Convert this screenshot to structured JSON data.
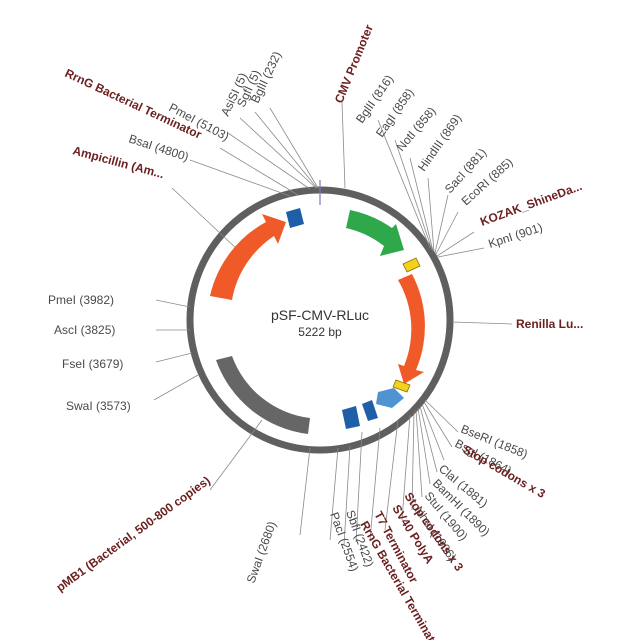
{
  "plasmid": {
    "name": "pSF-CMV-RLuc",
    "size": "5222 bp"
  },
  "colors": {
    "backbone": "#5f5f5f",
    "orange": "#f05a28",
    "green": "#2ea84a",
    "blue": "#1f5fa8",
    "lightblue": "#4f94d0",
    "grey": "#666666",
    "yellow": "#f2d21b"
  },
  "features": [
    {
      "name": "CMV Promoter",
      "color": "green",
      "shape": "arrow"
    },
    {
      "name": "Renilla Lu...",
      "color": "orange",
      "shape": "arrow"
    },
    {
      "name": "SV40 PolyA",
      "color": "lightblue",
      "shape": "arrow"
    },
    {
      "name": "T7 Terminator",
      "color": "blue",
      "shape": "box"
    },
    {
      "name": "RrnG Bacterial Terminator",
      "color": "blue",
      "shape": "box"
    },
    {
      "name": "pMB1 (Bacterial, 500-800 copies)",
      "color": "grey",
      "shape": "box"
    },
    {
      "name": "Ampicillin (Am...",
      "color": "orange",
      "shape": "arrow"
    },
    {
      "name": "RrnG Bacterial Terminator",
      "color": "blue",
      "shape": "box"
    },
    {
      "name": "KOZAK_ShineDa...",
      "color": "yellow",
      "shape": "box"
    },
    {
      "name": "Stop codons x 3",
      "color": "yellow",
      "shape": "box"
    },
    {
      "name": "Stop codons x 3",
      "color": "yellow",
      "shape": "box"
    }
  ],
  "labels": [
    {
      "text": "BglII (232)",
      "kind": "enzyme"
    },
    {
      "text": "SgfI (5)",
      "kind": "enzyme"
    },
    {
      "text": "AsiSI (5)",
      "kind": "enzyme"
    },
    {
      "text": "PmeI (5103)",
      "kind": "enzyme"
    },
    {
      "text": "RrnG Bacterial Terminator",
      "kind": "feature"
    },
    {
      "text": "BsaI (4800)",
      "kind": "enzyme"
    },
    {
      "text": "Ampicillin (Am...",
      "kind": "feature"
    },
    {
      "text": "CMV Promoter",
      "kind": "feature"
    },
    {
      "text": "BglII (816)",
      "kind": "enzyme"
    },
    {
      "text": "EagI (858)",
      "kind": "enzyme"
    },
    {
      "text": "NotI (858)",
      "kind": "enzyme"
    },
    {
      "text": "HindIII (869)",
      "kind": "enzyme"
    },
    {
      "text": "SacI (881)",
      "kind": "enzyme"
    },
    {
      "text": "EcoRI (885)",
      "kind": "enzyme"
    },
    {
      "text": "KOZAK_ShineDa...",
      "kind": "feature"
    },
    {
      "text": "KpnI (901)",
      "kind": "enzyme"
    },
    {
      "text": "Renilla Lu...",
      "kind": "feature"
    },
    {
      "text": "PmeI (3982)",
      "kind": "enzyme"
    },
    {
      "text": "AscI (3825)",
      "kind": "enzyme"
    },
    {
      "text": "FseI (3679)",
      "kind": "enzyme"
    },
    {
      "text": "SwaI (3573)",
      "kind": "enzyme"
    },
    {
      "text": "BseRI (1858)",
      "kind": "enzyme"
    },
    {
      "text": "BsgI (1864)",
      "kind": "enzyme"
    },
    {
      "text": "Stop codons x 3",
      "kind": "feature"
    },
    {
      "text": "ClaI (1881)",
      "kind": "enzyme"
    },
    {
      "text": "BamHI (1890)",
      "kind": "enzyme"
    },
    {
      "text": "StuI (1900)",
      "kind": "enzyme"
    },
    {
      "text": "NheI (1906)",
      "kind": "enzyme"
    },
    {
      "text": "Stop codons x 3",
      "kind": "feature"
    },
    {
      "text": "SV40 PolyA",
      "kind": "feature"
    },
    {
      "text": "T7 Terminator",
      "kind": "feature"
    },
    {
      "text": "RrnG Bacterial Terminator",
      "kind": "feature"
    },
    {
      "text": "SbfI (2422)",
      "kind": "enzyme"
    },
    {
      "text": "PacI (2554)",
      "kind": "enzyme"
    },
    {
      "text": "SwaI (2680)",
      "kind": "enzyme"
    },
    {
      "text": "pMB1 (Bacterial, 500-800 copies)",
      "kind": "feature"
    }
  ]
}
